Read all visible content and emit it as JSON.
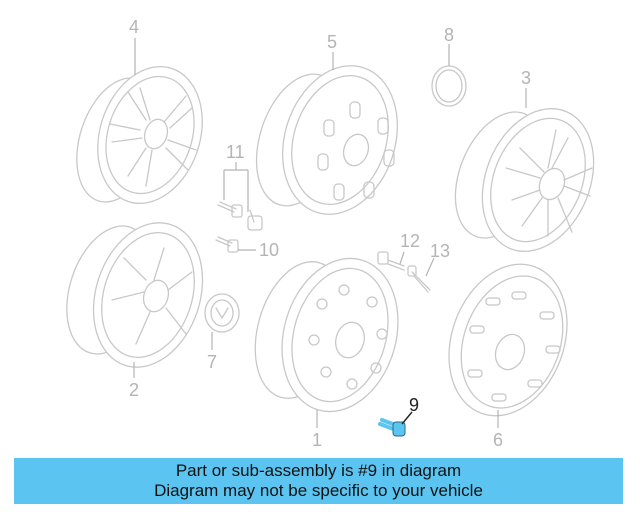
{
  "callouts": {
    "c1": "1",
    "c2": "2",
    "c3": "3",
    "c4": "4",
    "c5": "5",
    "c6": "6",
    "c7": "7",
    "c8": "8",
    "c9": "9",
    "c10": "10",
    "c11": "11",
    "c12": "12",
    "c13": "13"
  },
  "highlight_part": "9",
  "colors": {
    "banner": "#5bc4f1",
    "highlight": "#5bc4f1",
    "line_art": "#c8c8c8"
  },
  "banner": {
    "line1": "Part or sub-assembly is #9 in diagram",
    "line2": "Diagram may not be specific to your vehicle"
  }
}
